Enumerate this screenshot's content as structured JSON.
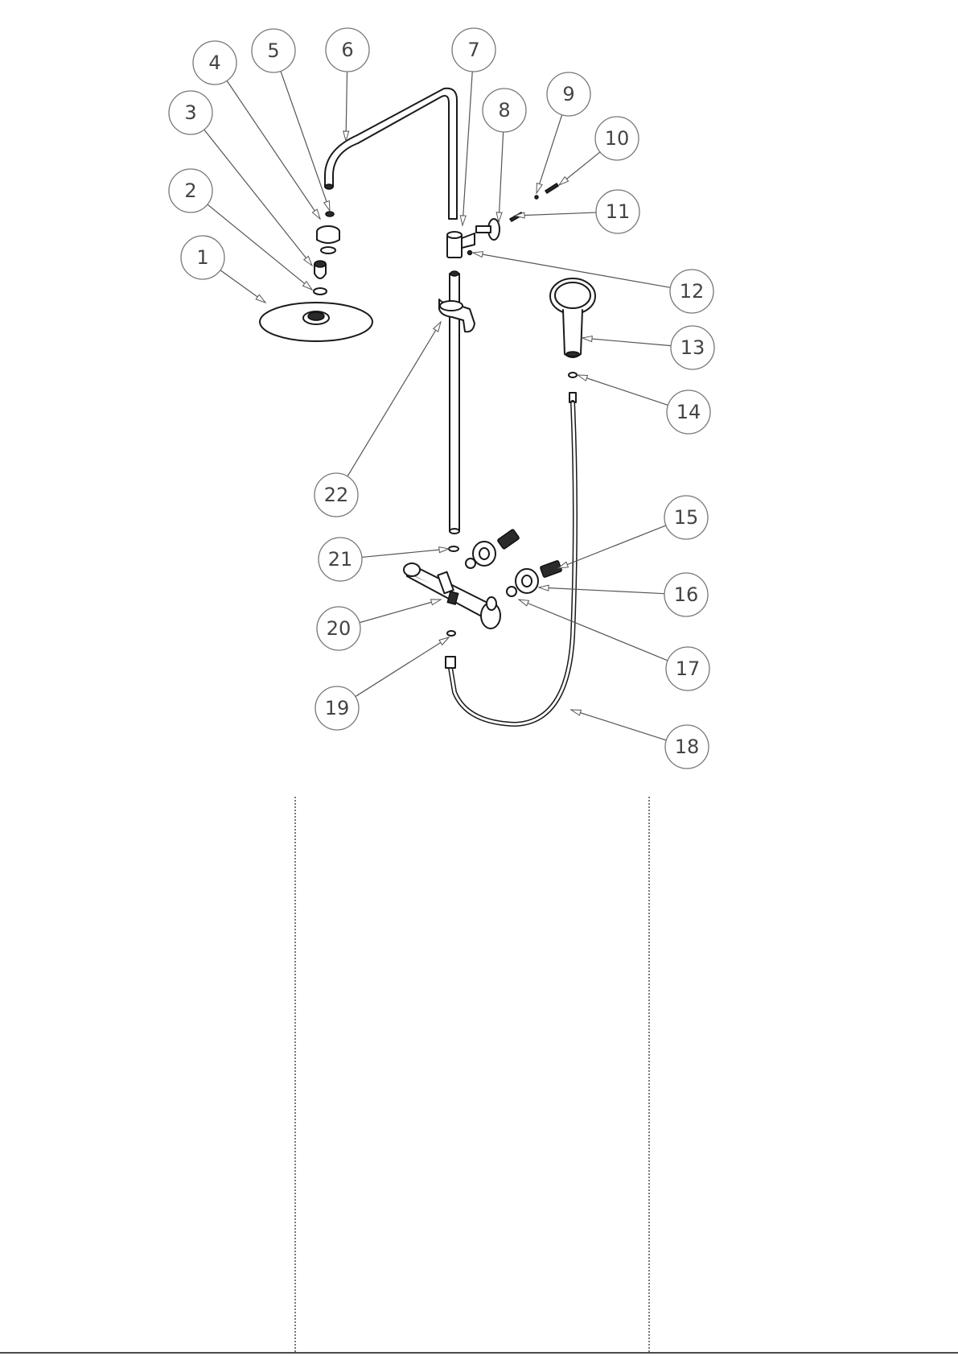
{
  "callouts": [
    {
      "id": 1,
      "label": "1"
    },
    {
      "id": 2,
      "label": "2"
    },
    {
      "id": 3,
      "label": "3"
    },
    {
      "id": 4,
      "label": "4"
    },
    {
      "id": 5,
      "label": "5"
    },
    {
      "id": 6,
      "label": "6"
    },
    {
      "id": 7,
      "label": "7"
    },
    {
      "id": 8,
      "label": "8"
    },
    {
      "id": 9,
      "label": "9"
    },
    {
      "id": 10,
      "label": "10"
    },
    {
      "id": 11,
      "label": "11"
    },
    {
      "id": 12,
      "label": "12"
    },
    {
      "id": 13,
      "label": "13"
    },
    {
      "id": 14,
      "label": "14"
    },
    {
      "id": 15,
      "label": "15"
    },
    {
      "id": 16,
      "label": "16"
    },
    {
      "id": 17,
      "label": "17"
    },
    {
      "id": 18,
      "label": "18"
    },
    {
      "id": 19,
      "label": "19"
    },
    {
      "id": 20,
      "label": "20"
    },
    {
      "id": 21,
      "label": "21"
    },
    {
      "id": 22,
      "label": "22"
    }
  ]
}
